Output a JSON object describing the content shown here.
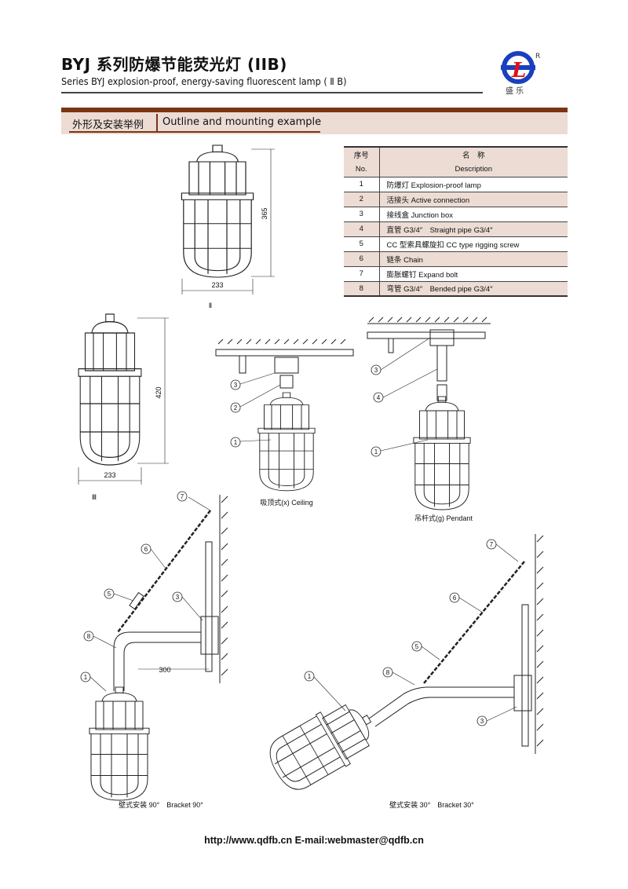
{
  "header": {
    "title": "BYJ 系列防爆节能荧光灯 (IIB)",
    "subtitle": "Series BYJ explosion-proof, energy-saving fluorescent lamp ( Ⅱ B)",
    "logo_text": "盛 乐",
    "logo_letter": "L",
    "logo_mark": "R"
  },
  "section": {
    "cn": "外形及安装举例",
    "en": "Outline and mounting example"
  },
  "table": {
    "head_no_cn": "序号",
    "head_no_en": "No.",
    "head_desc_cn": "名　称",
    "head_desc_en": "Description",
    "rows": [
      {
        "no": "1",
        "desc": "防爆灯 Explosion-proof lamp"
      },
      {
        "no": "2",
        "desc": "活接头 Active connection"
      },
      {
        "no": "3",
        "desc": "接线盒 Junction box"
      },
      {
        "no": "4",
        "desc": "直管 G3/4″　Straight pipe G3/4″"
      },
      {
        "no": "5",
        "desc": "CC 型索具螺旋扣 CC type rigging screw"
      },
      {
        "no": "6",
        "desc": "链条 Chain"
      },
      {
        "no": "7",
        "desc": "膨胀螺钉 Expand bolt"
      },
      {
        "no": "8",
        "desc": "弯管 G3/4″　Bended pipe G3/4″"
      }
    ]
  },
  "figures": {
    "fig2": {
      "height": "365",
      "width": "233",
      "label": "Ⅱ"
    },
    "fig3": {
      "height": "420",
      "width": "233",
      "label": "Ⅲ"
    },
    "ceiling": {
      "caption": "吸顶式(x) Ceiling"
    },
    "pendant": {
      "caption": "吊杆式(g) Pendant"
    },
    "bracket90": {
      "caption": "壁式安装 90°　Bracket 90°",
      "dim": "300"
    },
    "bracket30": {
      "caption": "壁式安装 30°　Bracket 30°"
    }
  },
  "callouts": {
    "c1": "1",
    "c2": "2",
    "c3": "3",
    "c4": "4",
    "c5": "5",
    "c6": "6",
    "c7": "7",
    "c8": "8"
  },
  "footer": "http://www.qdfb.cn  E-mail:webmaster@qdfb.cn"
}
